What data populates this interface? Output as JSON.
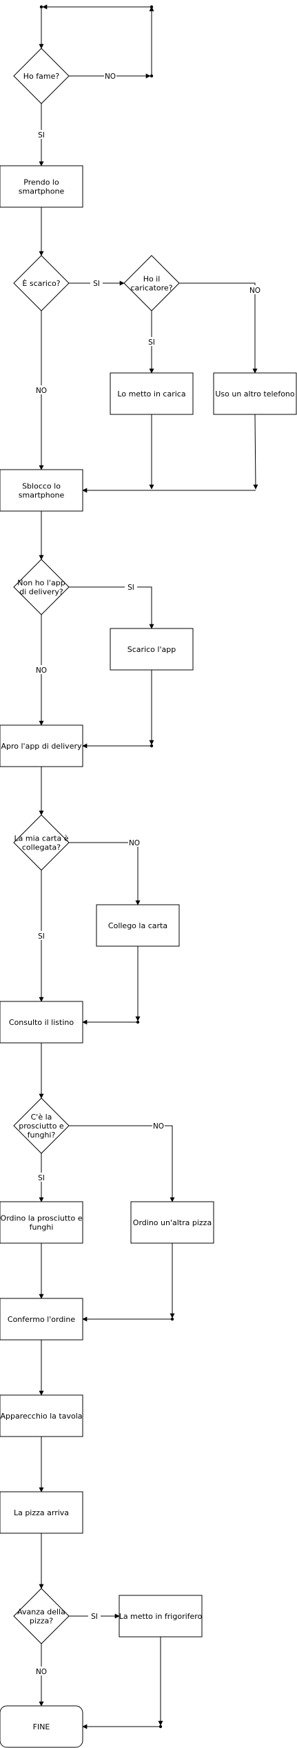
{
  "nodes": [
    {
      "id": "fame",
      "lines": [
        "Ho fame?"
      ]
    },
    {
      "id": "prendo",
      "lines": [
        "Prendo lo",
        "smartphone"
      ]
    },
    {
      "id": "scarico_q",
      "lines": [
        "È scarico?"
      ]
    },
    {
      "id": "caricatore_q",
      "lines": [
        "Ho il",
        "caricatore?"
      ]
    },
    {
      "id": "metto_carica",
      "lines": [
        "Lo metto in carica"
      ]
    },
    {
      "id": "altro_tel",
      "lines": [
        "Uso un altro telefono"
      ]
    },
    {
      "id": "sblocco",
      "lines": [
        "Sblocco lo",
        "smartphone"
      ]
    },
    {
      "id": "app_q",
      "lines": [
        "Non ho l'app",
        "di delivery?"
      ]
    },
    {
      "id": "scarico_app",
      "lines": [
        "Scarico l'app"
      ]
    },
    {
      "id": "apro_app",
      "lines": [
        "Apro l'app di delivery"
      ]
    },
    {
      "id": "carta_q",
      "lines": [
        "La mia carta è",
        "collegata?"
      ]
    },
    {
      "id": "collego",
      "lines": [
        "Collego la carta"
      ]
    },
    {
      "id": "listino",
      "lines": [
        "Consulto il listino"
      ]
    },
    {
      "id": "funghi_q",
      "lines": [
        "C'è la",
        "prosciutto e",
        "funghi?"
      ]
    },
    {
      "id": "ordino_pf",
      "lines": [
        "Ordino la prosciutto e",
        "funghi"
      ]
    },
    {
      "id": "ordino_altra",
      "lines": [
        "Ordino un'altra pizza"
      ]
    },
    {
      "id": "confermo",
      "lines": [
        "Confermo l'ordine"
      ]
    },
    {
      "id": "tavola",
      "lines": [
        "Apparecchio la tavola"
      ]
    },
    {
      "id": "arriva",
      "lines": [
        "La pizza arriva"
      ]
    },
    {
      "id": "avanza_q",
      "lines": [
        "Avanza della",
        "pizza?"
      ]
    },
    {
      "id": "frigo",
      "lines": [
        "La metto in frigorifero"
      ]
    },
    {
      "id": "fine",
      "lines": [
        "FINE"
      ]
    }
  ],
  "edge_labels": {
    "no": "NO",
    "si": "SI"
  }
}
